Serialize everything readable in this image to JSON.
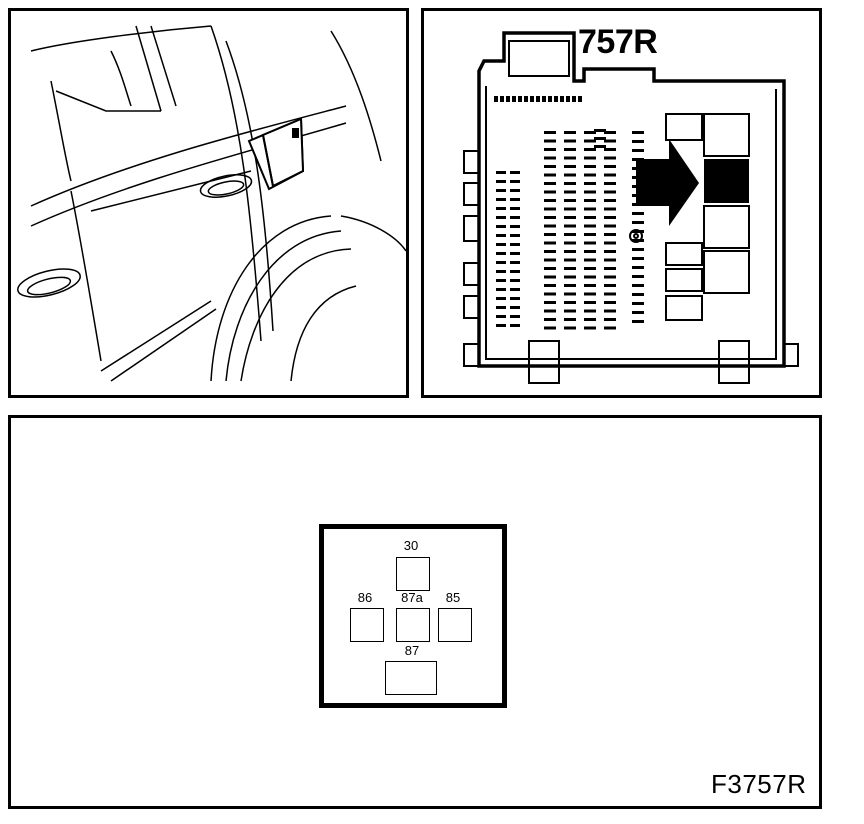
{
  "box_label": "757R",
  "figure_code": "F3757R",
  "relay_pins": {
    "p30": "30",
    "p86": "86",
    "p87a": "87a",
    "p85": "85",
    "p87": "87"
  },
  "colors": {
    "ink": "#000000",
    "paper": "#ffffff"
  }
}
